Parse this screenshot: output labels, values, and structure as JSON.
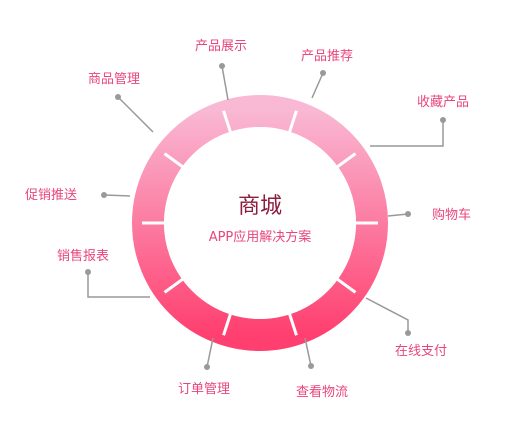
{
  "center": {
    "title": "商城",
    "subtitle": "APP应用解决方案"
  },
  "features": [
    "产品展示",
    "产品推荐",
    "收藏产品",
    "购物车",
    "在线支付",
    "查看物流",
    "订单管理",
    "销售报表",
    "促销推送",
    "商品管理"
  ],
  "colors": {
    "label": "#e8467c",
    "title": "#8c1d3f",
    "subtitle": "#e8467c",
    "ring_top": "#f9b8d3",
    "ring_bottom": "#ff3f6f",
    "connector": "#999999"
  }
}
